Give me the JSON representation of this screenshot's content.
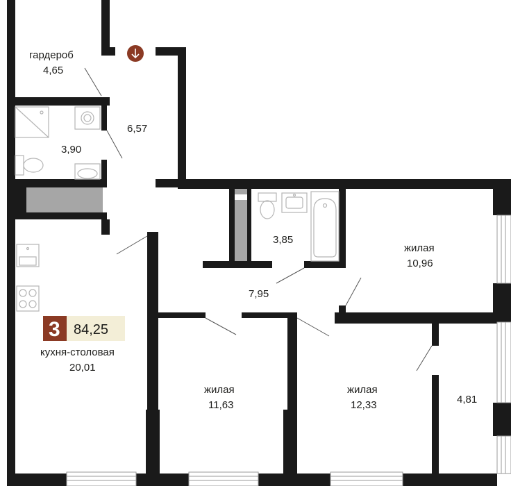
{
  "rooms": {
    "wardrobe": {
      "name": "гардероб",
      "area": "4,65"
    },
    "hall": {
      "area": "6,57"
    },
    "bathroom_1": {
      "area": "3,90"
    },
    "bathroom_2": {
      "area": "3,85"
    },
    "corridor": {
      "area": "7,95"
    },
    "kitchen": {
      "name": "кухня-столовая",
      "area": "20,01"
    },
    "bedroom_1": {
      "name": "жилая",
      "area": "10,96"
    },
    "bedroom_2": {
      "name": "жилая",
      "area": "11,63"
    },
    "bedroom_3": {
      "name": "жилая",
      "area": "12,33"
    },
    "balcony": {
      "area": "4,81"
    }
  },
  "badge": {
    "rooms": "3",
    "total_area": "84,25"
  },
  "colors": {
    "badge_brand": "#8b3a24",
    "badge_bg": "#f3eed7",
    "entry_icon": "#8b3a24",
    "wall": "#1a1a1a",
    "shaft": "#a6a6a6"
  },
  "icons": {
    "entry": "arrow-down-icon"
  }
}
